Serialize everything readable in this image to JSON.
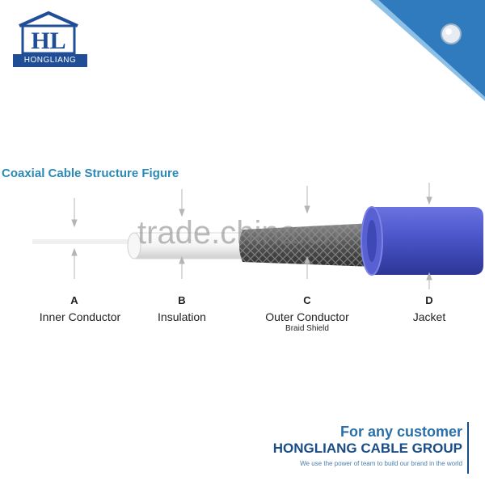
{
  "logo": {
    "text": "HONGLIANG",
    "icon": "hl-monogram-icon"
  },
  "title": "Coaxial Cable Structure Figure",
  "watermark": "trade.china.cn",
  "colors": {
    "title": "#2a89b6",
    "brand": "#1f4e96",
    "jacket": "#4b55c8",
    "insulation": "#f3f3f3",
    "braid": "#555555",
    "corner": "#2f7bbd"
  },
  "components": [
    {
      "letter": "A",
      "name": "Inner Conductor",
      "sub": ""
    },
    {
      "letter": "B",
      "name": "Insulation",
      "sub": ""
    },
    {
      "letter": "C",
      "name": "Outer Conductor",
      "sub": "Braid Shield"
    },
    {
      "letter": "D",
      "name": "Jacket",
      "sub": ""
    }
  ],
  "footer": {
    "line1": "For any customer",
    "line2": "HONGLIANG CABLE GROUP",
    "line3": "We use the power of team to build our brand in the world"
  }
}
